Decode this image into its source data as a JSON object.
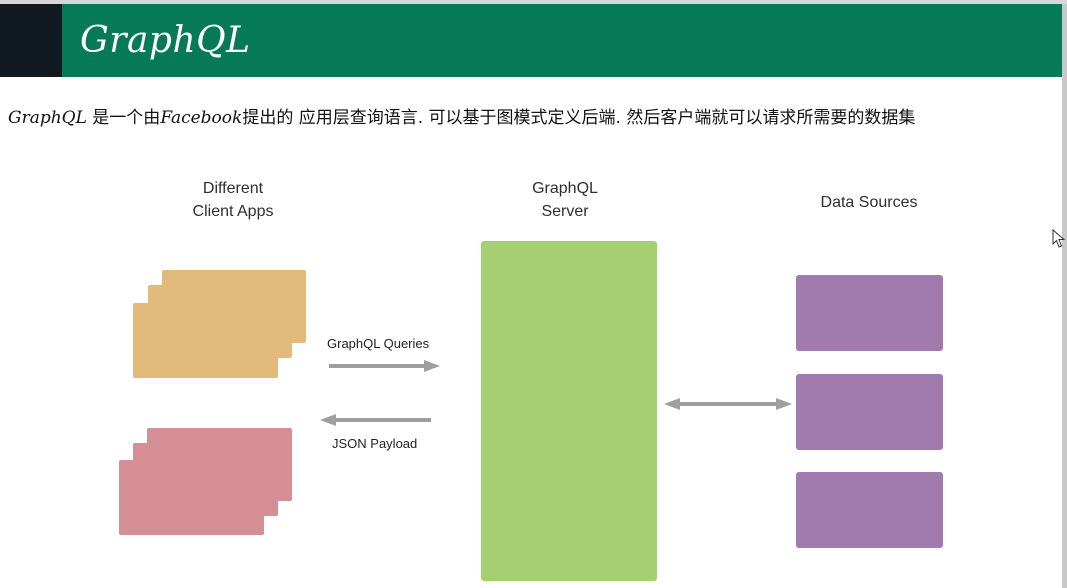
{
  "header": {
    "title": "GraphQL"
  },
  "intro": {
    "lead": "GraphQL",
    "text_1": " 是一个由",
    "company": "Facebook",
    "text_2": "提出的 应用层查询语言. 可以基于图模式定义后端. 然后客户端就可以请求所需要的数据集"
  },
  "diagram": {
    "clients": {
      "label_line_1": "Different",
      "label_line_2": "Client Apps"
    },
    "server": {
      "label_line_1": "GraphQL",
      "label_line_2": "Server"
    },
    "sources": {
      "label": "Data Sources"
    },
    "queries_label": "GraphQL Queries",
    "payload_label": "JSON Payload"
  },
  "colors": {
    "header_bar": "#057a55",
    "client_apps_group_1": "#e2bb7c",
    "client_apps_group_2": "#d68e95",
    "server": "#a6cf74",
    "data_source": "#a17bad",
    "arrow": "#9e9e9e"
  }
}
